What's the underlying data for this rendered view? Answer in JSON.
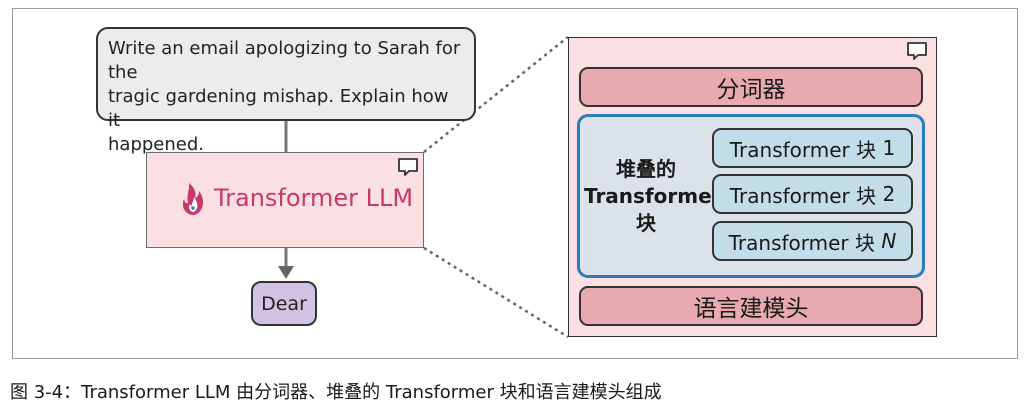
{
  "prompt": {
    "line1": "Write an email apologizing to Sarah for the",
    "line2": "tragic gardening mishap. Explain how it",
    "line3": "happened."
  },
  "llm": {
    "label": "Transformer LLM",
    "icon": "flame-icon"
  },
  "output_token": "Dear",
  "detail": {
    "tokenizer": "分词器",
    "stack_label_line1": "堆叠的",
    "stack_label_line2": "Transformer",
    "stack_label_line3": "块",
    "blocks": [
      {
        "prefix": "Transformer 块 ",
        "suffix": "1"
      },
      {
        "prefix": "Transformer 块 ",
        "suffix": "2"
      },
      {
        "prefix": "Transformer 块 ",
        "suffix": "N"
      }
    ],
    "lm_head": "语言建模头"
  },
  "caption": "图 3-4：Transformer LLM 由分词器、堆叠的 Transformer 块和语言建模头组成",
  "colors": {
    "prompt_bg": "#ececec",
    "llm_bg": "#fbe0e3",
    "llm_text": "#c9386a",
    "output_bg": "#d2c3e2",
    "bar_bg": "#e8a9b1",
    "stack_border": "#2b7bbd",
    "block_bg": "#c3dcea"
  }
}
